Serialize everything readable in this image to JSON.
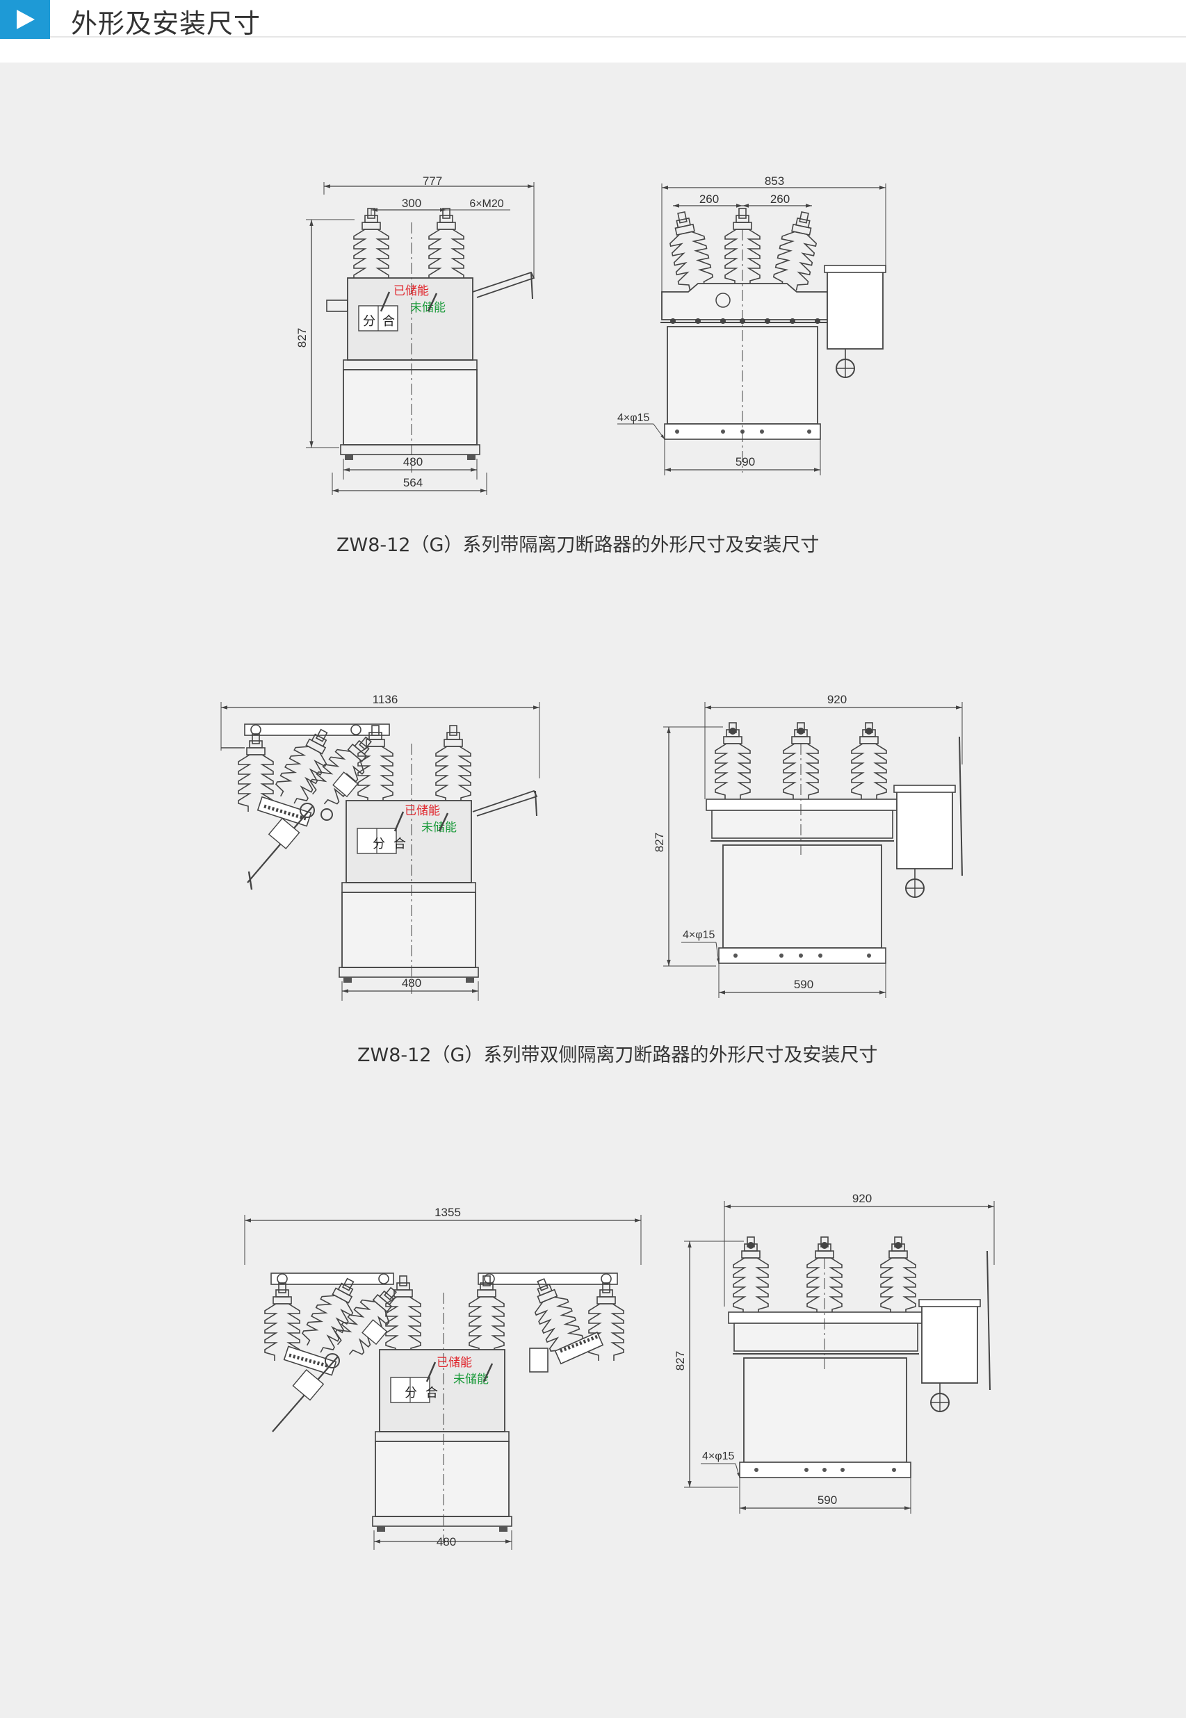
{
  "header": {
    "title": "外形及安装尺寸"
  },
  "colors": {
    "accent": "#1e9ad6",
    "panel": "#efefef",
    "line": "#444444",
    "red": "#e0262d",
    "green": "#1a9a3a"
  },
  "diagram1": {
    "caption": "ZW8-12（G）系列带隔离刀断路器的外形尺寸及安装尺寸",
    "side": {
      "d777": "777",
      "d300": "300",
      "thread": "6×M20",
      "d827": "827",
      "d480": "480",
      "d564": "564"
    },
    "front": {
      "d853": "853",
      "d260a": "260",
      "d260b": "260",
      "holes": "4×φ15",
      "d590": "590"
    }
  },
  "diagram2": {
    "caption": "ZW8-12（G）系列带双侧隔离刀断路器的外形尺寸及安装尺寸",
    "side": {
      "d1136": "1136",
      "d480": "480"
    },
    "front": {
      "d920": "920",
      "d827": "827",
      "holes": "4×φ15",
      "d590": "590"
    }
  },
  "diagram3": {
    "side": {
      "d1355": "1355",
      "d480": "480"
    },
    "front": {
      "d920": "920",
      "d827": "827",
      "holes": "4×φ15",
      "d590": "590"
    }
  },
  "panel_labels": {
    "stored": "已储能",
    "unstored": "未储能",
    "open": "分",
    "close": "合"
  }
}
